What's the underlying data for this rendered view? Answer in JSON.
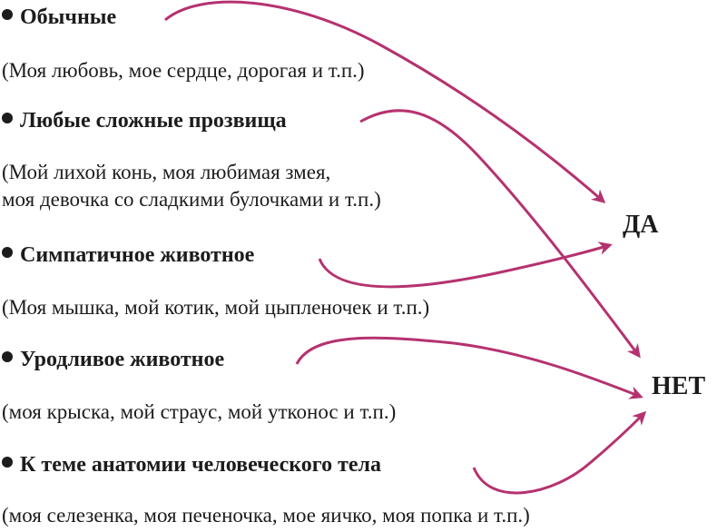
{
  "colors": {
    "text": "#1c1c1c",
    "arrow": "#b5326f",
    "background": "#ffffff"
  },
  "items": [
    {
      "title": "Обычные",
      "example": "(Моя любовь, мое сердце, дорогая и т.п.)",
      "answer": "ДА"
    },
    {
      "title": "Любые сложные прозвища",
      "example_line1": "(Мой лихой конь, моя любимая змея,",
      "example_line2": "моя девочка со сладкими булочками и т.п.)",
      "answer": "НЕТ"
    },
    {
      "title": "Симпатичное животное",
      "example": "(Моя мышка, мой котик, мой цыпленочек и т.п.)",
      "answer": "ДА"
    },
    {
      "title": "Уродливое  животное",
      "example": "(моя крыска, мой страус, мой утконос и т.п.)",
      "answer": "НЕТ"
    },
    {
      "title": "К теме анатомии человеческого тела",
      "example": "(моя селезенка, моя печеночка, мое яичко, моя попка и т.п.)",
      "answer": "НЕТ"
    }
  ],
  "answers": {
    "yes": "ДА",
    "no": "НЕТ"
  }
}
